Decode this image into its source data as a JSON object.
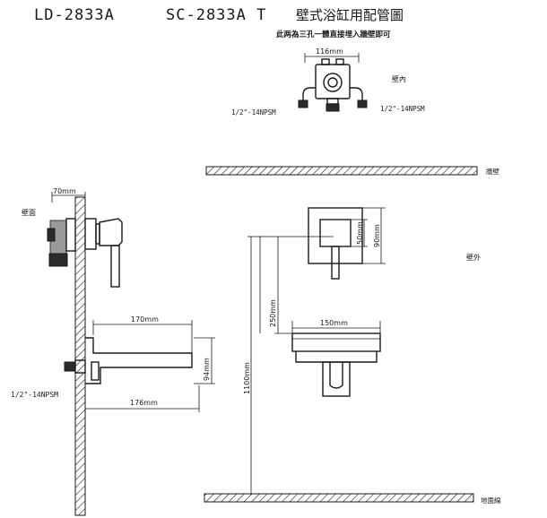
{
  "header": {
    "model_left": "LD-2833A",
    "model_right": "SC-2833A T",
    "title_cn": "壁式浴缸用配管圖",
    "subtitle_cn": "此两為三孔一體直接埋入牆壁即可"
  },
  "top_view": {
    "width_label": "116mm",
    "inside_label": "壁內",
    "thread_left": "1/2\"-14NPSM",
    "thread_right": "1/2\"-14NPSM"
  },
  "labels": {
    "wall_line": "牆壁",
    "wall_surface": "壁面",
    "outside_wall": "壁外",
    "floor_line": "地面線",
    "thread_bottom": "1/2\"-14NPSM"
  },
  "dimensions": {
    "d70": "70mm",
    "d170": "170mm",
    "d94": "94mm",
    "d176": "176mm",
    "d50": "50mm",
    "d90": "90mm",
    "d250": "250mm",
    "d150": "150mm",
    "d1100": "1100mm"
  }
}
